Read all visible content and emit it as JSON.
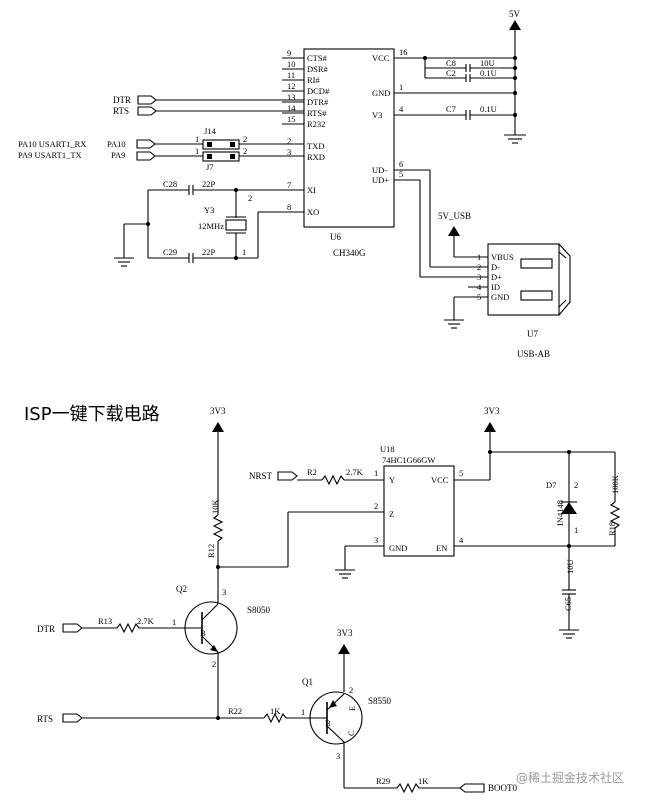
{
  "section_title": "ISP一键下载电路",
  "watermark": "@稀土掘金技术社区",
  "labels": {
    "v5": "5V",
    "v5usb": "5V_USB",
    "v33_q2": "3V3",
    "v33_u18": "3V3",
    "v33_q1": "3V3"
  },
  "u6": {
    "ref": "U6",
    "part": "CH340G",
    "left_pins": [
      {
        "num": "9",
        "name": "CTS#"
      },
      {
        "num": "10",
        "name": "DSR#"
      },
      {
        "num": "11",
        "name": "RI#"
      },
      {
        "num": "12",
        "name": "DCD#"
      },
      {
        "num": "13",
        "name": "DTR#"
      },
      {
        "num": "14",
        "name": "RTS#"
      },
      {
        "num": "15",
        "name": "R232"
      },
      {
        "num": "2",
        "name": "TXD"
      },
      {
        "num": "3",
        "name": "RXD"
      },
      {
        "num": "7",
        "name": "XI"
      },
      {
        "num": "8",
        "name": "XO"
      }
    ],
    "right_pins": [
      {
        "num": "16",
        "name": "VCC"
      },
      {
        "num": "1",
        "name": "GND"
      },
      {
        "num": "4",
        "name": "V3"
      },
      {
        "num": "6",
        "name": "UD-"
      },
      {
        "num": "5",
        "name": "UD+"
      }
    ]
  },
  "nets_left": {
    "dtr": "DTR",
    "rts": "RTS",
    "pa10_rx": "PA10  USART1_RX",
    "pa9_tx": "PA9  USART1_TX",
    "pa10": "PA10",
    "pa9": "PA9"
  },
  "jumper": {
    "ref_top": "J14",
    "ref_bot": "J7",
    "p1a": "1",
    "p2a": "2",
    "p1b": "1",
    "p2b": "2"
  },
  "caps": {
    "c8": "C8",
    "c8_val": "10U",
    "c2": "C2",
    "c2_val": "0.1U",
    "c7": "C7",
    "c7_val": "0.1U",
    "c28": "C28",
    "c28_val": "22P",
    "c29": "C29",
    "c29_val": "22P",
    "c65": "C65",
    "c65_val": "10U"
  },
  "crystal": {
    "ref": "Y3",
    "val": "12MHz",
    "p1": "1",
    "p2": "2"
  },
  "u7": {
    "ref": "U7",
    "part": "USB-AB",
    "pins": [
      {
        "num": "1",
        "name": "VBUS"
      },
      {
        "num": "2",
        "name": "D-"
      },
      {
        "num": "3",
        "name": "D+"
      },
      {
        "num": "4",
        "name": "ID"
      },
      {
        "num": "5",
        "name": "GND"
      }
    ]
  },
  "u18": {
    "ref": "U18",
    "part": "74HC1G66GW",
    "pins": [
      {
        "num": "1",
        "name": "Y"
      },
      {
        "num": "2",
        "name": "Z"
      },
      {
        "num": "3",
        "name": "GND"
      },
      {
        "num": "5",
        "name": "VCC"
      },
      {
        "num": "4",
        "name": "EN"
      }
    ]
  },
  "isp_nets": {
    "nrst": "NRST",
    "dtr": "DTR",
    "rts": "RTS",
    "boot0": "BOOT0"
  },
  "resistors": {
    "r2": "R2",
    "r2_val": "2.7K",
    "r12": "R12",
    "r12_val": "10K",
    "r13": "R13",
    "r13_val": "2.7K",
    "r22": "R22",
    "r22_val": "1K",
    "r29": "R29",
    "r29_val": "1K",
    "r18": "R18",
    "r18_val": "100K"
  },
  "diode": {
    "ref": "D7",
    "part": "IN4148",
    "p1": "1",
    "p2": "2"
  },
  "transistors": {
    "q2": "Q2",
    "q2_part": "S8050",
    "q1": "Q1",
    "q1_part": "S8550",
    "b": "B",
    "e": "E",
    "c": "C",
    "q2_p1": "1",
    "q2_p2": "2",
    "q2_p3": "3",
    "q1_p1": "1",
    "q1_p2": "2",
    "q1_p3": "3"
  }
}
